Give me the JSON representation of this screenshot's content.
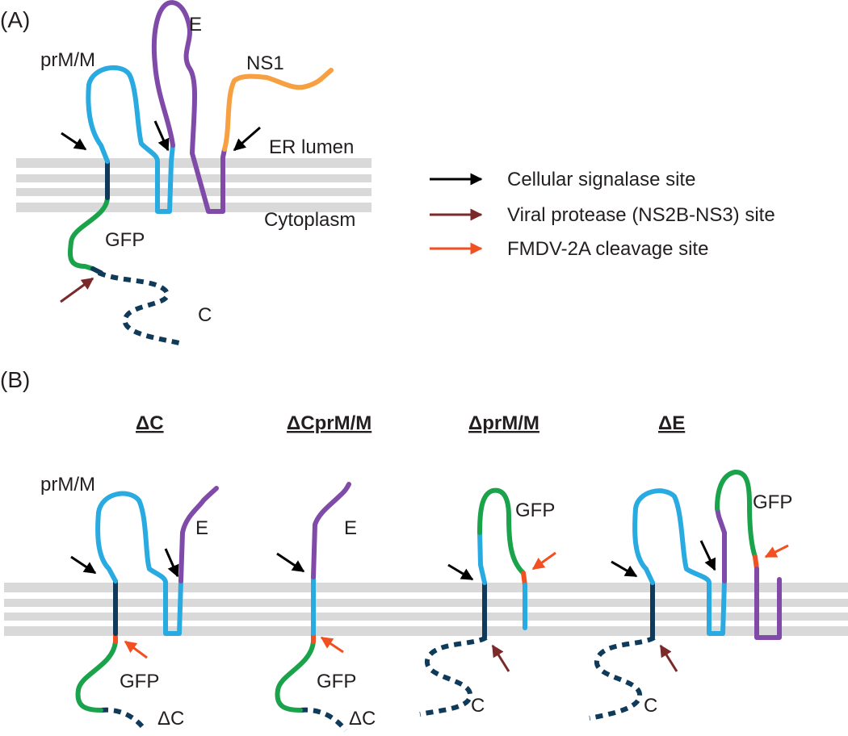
{
  "colors": {
    "membrane": "#d9d9d9",
    "prM_M": "#29abe2",
    "E": "#7f4aa8",
    "NS1": "#f7a041",
    "GFP": "#1aa34a",
    "transmembrane": "#0f3a5a",
    "C": "#0f3a5a",
    "cellular_signalase_arrow": "#000000",
    "viral_protease_arrow": "#7a2a2a",
    "fmdv_2a_arrow": "#f25022"
  },
  "panel_a": {
    "label": "(A)",
    "labels": {
      "prM_M": "prM/M",
      "E": "E",
      "NS1": "NS1",
      "er_lumen": "ER lumen",
      "cytoplasm": "Cytoplasm",
      "gfp": "GFP",
      "c": "C"
    }
  },
  "legend": {
    "items": [
      {
        "label": "Cellular signalase site",
        "color": "#000000"
      },
      {
        "label": "Viral protease (NS2B-NS3) site",
        "color": "#7a2a2a"
      },
      {
        "label": "FMDV-2A cleavage site",
        "color": "#f25022"
      }
    ]
  },
  "panel_b": {
    "label": "(B)",
    "constructs": [
      {
        "title": "ΔC",
        "labels": {
          "prM_M": "prM/M",
          "E": "E",
          "gfp": "GFP",
          "c": "ΔC"
        }
      },
      {
        "title": "ΔCprM/M",
        "labels": {
          "E": "E",
          "gfp": "GFP",
          "c": "ΔC"
        }
      },
      {
        "title": "ΔprM/M",
        "labels": {
          "gfp": "GFP",
          "c": "C"
        }
      },
      {
        "title": "ΔE",
        "labels": {
          "gfp": "GFP",
          "c": "C"
        }
      }
    ]
  }
}
